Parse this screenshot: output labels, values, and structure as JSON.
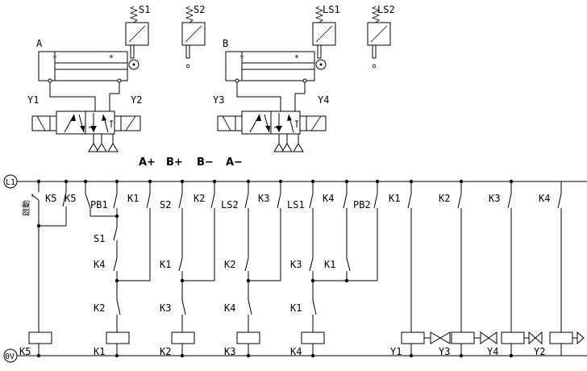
{
  "cylinders": [
    {
      "label": "A",
      "solenoid_left": "Y1",
      "solenoid_right": "Y2",
      "sensor_left": "S1",
      "sensor_right": "S2"
    },
    {
      "label": "B",
      "solenoid_left": "Y3",
      "solenoid_right": "Y4",
      "sensor_left": "LS1",
      "sensor_right": "LS2"
    }
  ],
  "sequence": [
    "A+",
    "B+",
    "B−",
    "A−"
  ],
  "rails": {
    "top": "L1",
    "bottom": "0V"
  },
  "start_button": "啟動",
  "top_contacts": [
    "K5",
    "K5",
    "PB1",
    "K1",
    "S2",
    "K2",
    "LS2",
    "K3",
    "LS1",
    "K4",
    "PB2",
    "K1",
    "K2",
    "K3",
    "K4"
  ],
  "mid_contacts": [
    "S1",
    "K4",
    "K1",
    "K2",
    "K3",
    "K1"
  ],
  "low_contacts": [
    "K2",
    "K3",
    "K4",
    "K1"
  ],
  "coils": [
    "K5",
    "K1",
    "K2",
    "K3",
    "K4",
    "Y1",
    "Y2",
    "Y3",
    "Y4"
  ],
  "valve_labels": [
    "Y3",
    "Y4",
    "Y2"
  ]
}
